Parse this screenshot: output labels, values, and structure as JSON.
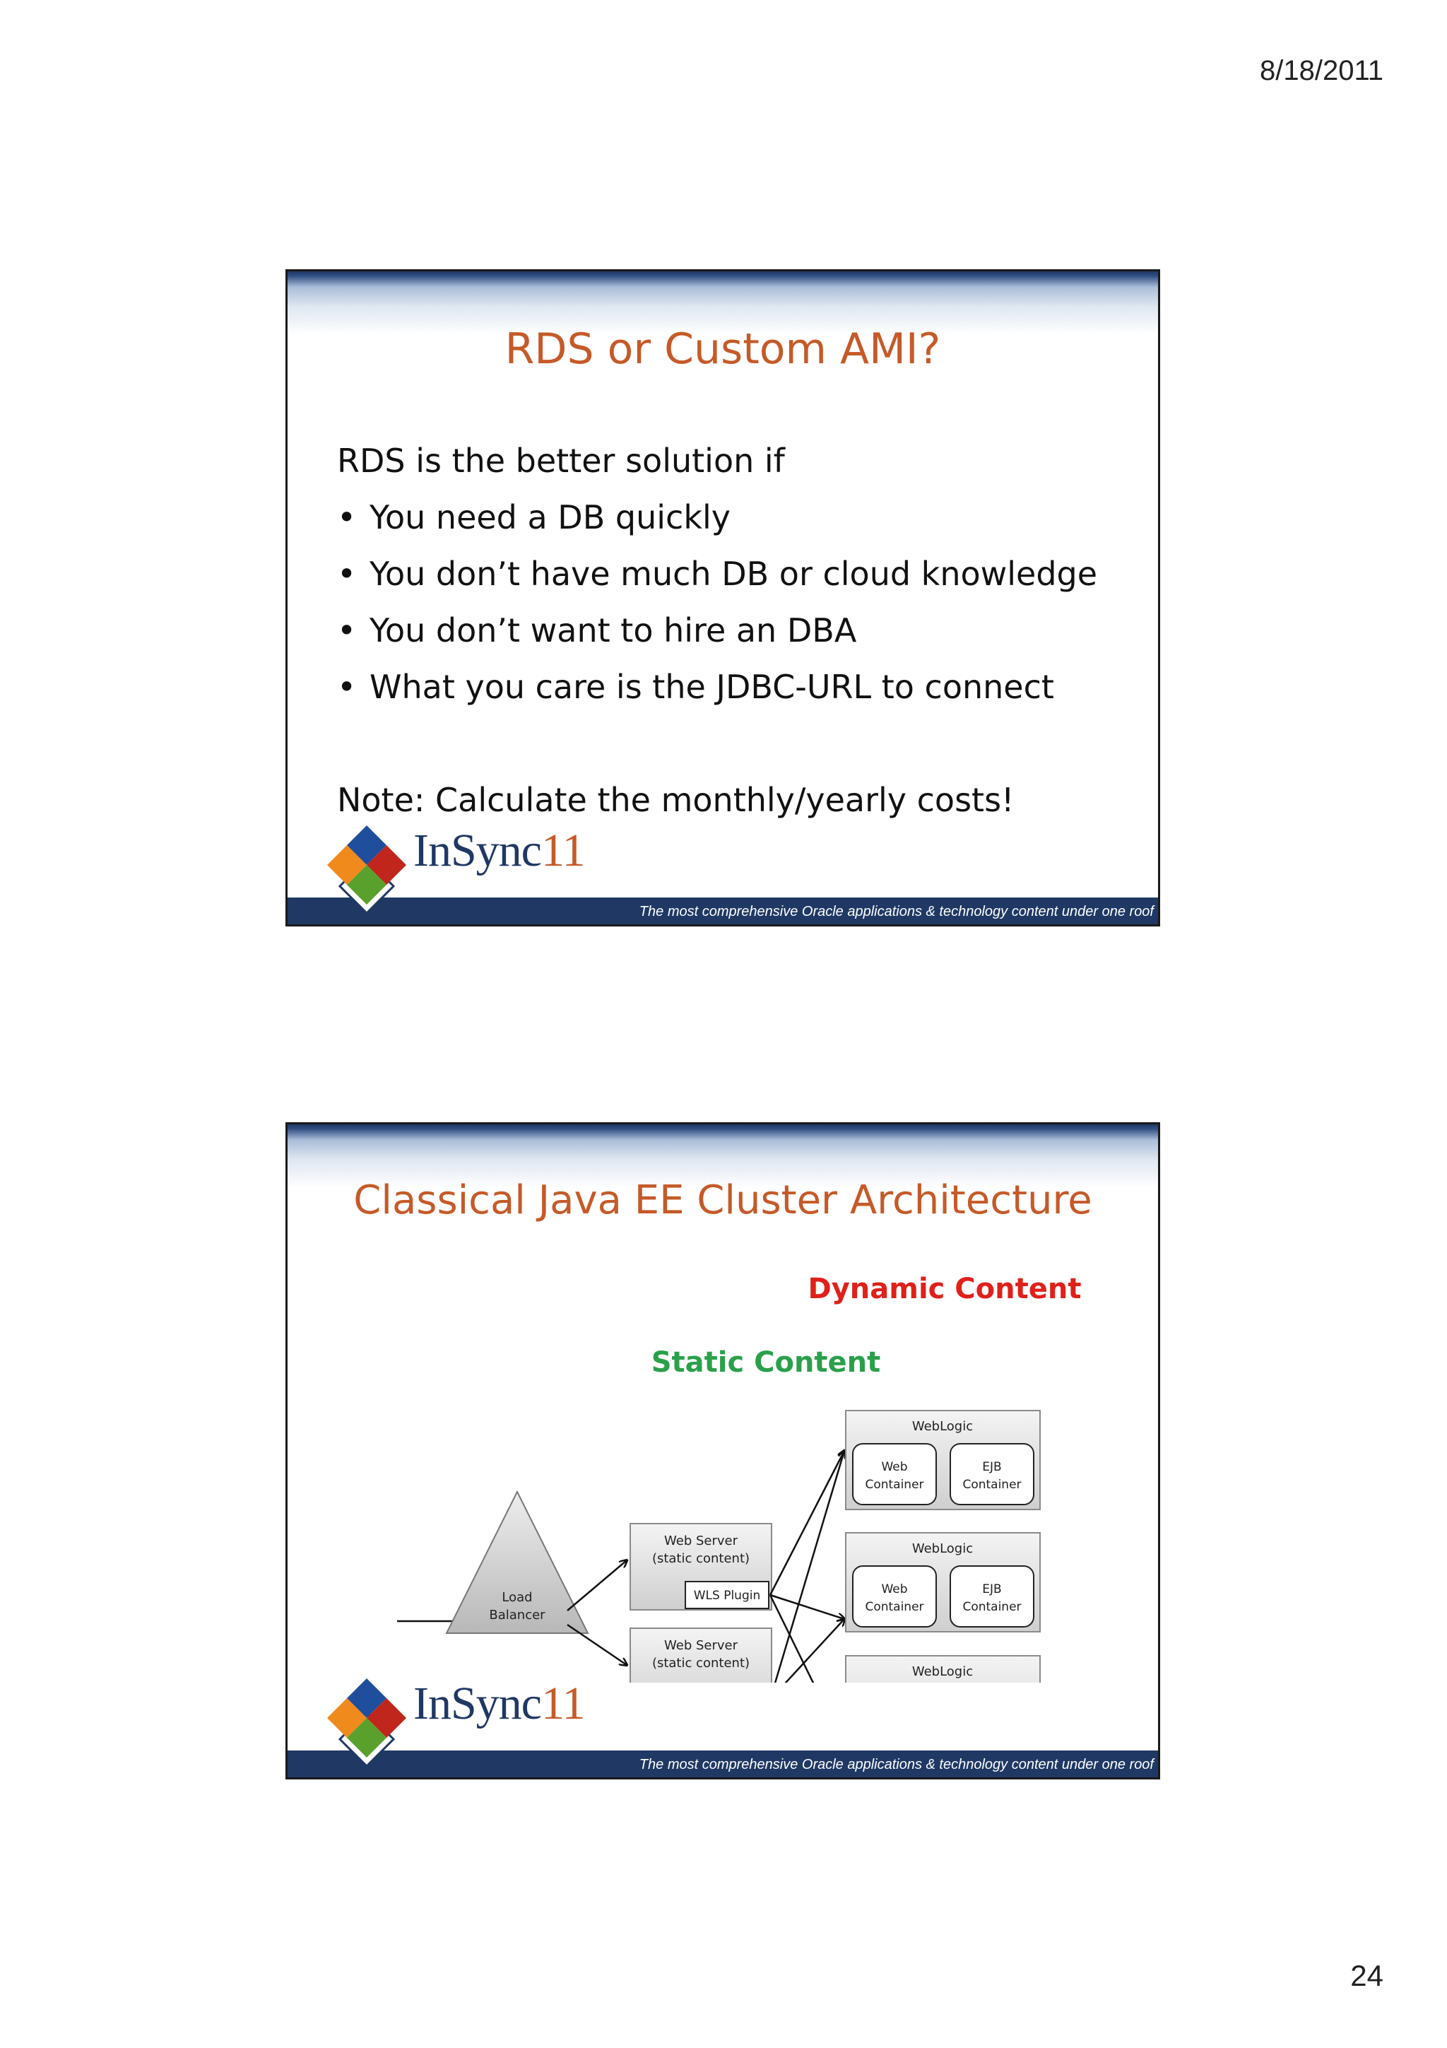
{
  "page": {
    "date": "8/18/2011",
    "page_number": "24"
  },
  "footer_tagline": "The most comprehensive Oracle applications & technology content under one roof",
  "logo": {
    "text": "InSync",
    "number": "11"
  },
  "slide1": {
    "title": "RDS or Custom AMI?",
    "intro": "RDS is the better solution if",
    "bullets": [
      "You need a DB quickly",
      "You don’t have much DB or cloud knowledge",
      "You don’t want to hire an DBA",
      "What you care is the JDBC-URL to connect"
    ],
    "note": "Note: Calculate the monthly/yearly costs!"
  },
  "slide2": {
    "title": "Classical Java EE Cluster Architecture",
    "diagram": {
      "dynamic_label": "Dynamic Content",
      "static_label": "Static Content",
      "load_balancer": [
        "Load",
        "Balancer"
      ],
      "web_server": [
        "Web Server",
        "(static content)"
      ],
      "plugin": "WLS Plugin",
      "weblogic": "WebLogic",
      "web_container": [
        "Web",
        "Container"
      ],
      "ejb_container": [
        "EJB",
        "Container"
      ]
    }
  }
}
